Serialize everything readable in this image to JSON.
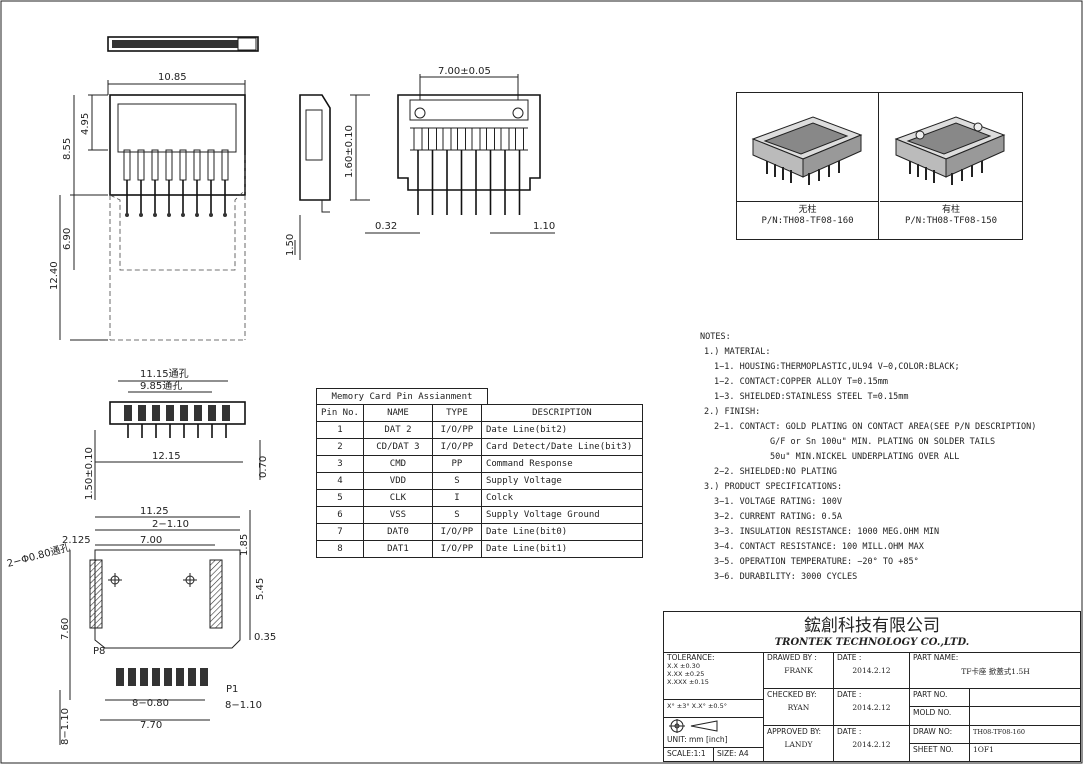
{
  "dimensions": {
    "top_width": "10.85",
    "d_495": "4.95",
    "d_855": "8.55",
    "d_690": "6.90",
    "d_1240": "12.40",
    "pitch_total": "7.00±0.05",
    "side_h": "1.60±0.10",
    "side_150": "1.50",
    "d_032": "0.32",
    "d_110": "1.10",
    "front_1115": "11.15通孔",
    "front_985": "9.85通孔",
    "front_1215": "12.15",
    "front_070": "0.70",
    "front_150": "1.50±0.10",
    "fp_1125": "11.25",
    "fp_2_110": "2−1.10",
    "fp_2125": "2.125",
    "fp_700": "7.00",
    "fp_holes": "2−Φ0.80通孔",
    "fp_185": "1.85",
    "fp_545": "5.45",
    "fp_760": "7.60",
    "fp_035": "0.35",
    "fp_8_080": "8−0.80",
    "fp_770": "7.70",
    "fp_8_110a": "8−1.10",
    "fp_8_110b": "8−1.10",
    "pin_p8": "P8",
    "pin_p1": "P1"
  },
  "photos": [
    {
      "line1": "无柱",
      "line2": "P/N:TH08-TF08-160"
    },
    {
      "line1": "有柱",
      "line2": "P/N:TH08-TF08-150"
    }
  ],
  "pin_table": {
    "caption": "Memory Card Pin Assianment",
    "headers": [
      "Pin No.",
      "NAME",
      "TYPE",
      "DESCRIPTION"
    ],
    "rows": [
      [
        "1",
        "DAT 2",
        "I/O/PP",
        "Date Line(bit2)"
      ],
      [
        "2",
        "CD/DAT 3",
        "I/O/PP",
        "Card Detect/Date Line(bit3)"
      ],
      [
        "3",
        "CMD",
        "PP",
        "Command Response"
      ],
      [
        "4",
        "VDD",
        "S",
        "Supply Voltage"
      ],
      [
        "5",
        "CLK",
        "I",
        "Colck"
      ],
      [
        "6",
        "VSS",
        "S",
        "Supply Voltage Ground"
      ],
      [
        "7",
        "DAT0",
        "I/O/PP",
        "Date Line(bit0)"
      ],
      [
        "8",
        "DAT1",
        "I/O/PP",
        "Date Line(bit1)"
      ]
    ]
  },
  "notes": {
    "title": "NOTES:",
    "lines": [
      {
        "lvl": "l1",
        "text": "1.) MATERIAL:"
      },
      {
        "lvl": "l2",
        "text": "1−1. HOUSING:THERMOPLASTIC,UL94 V−0,COLOR:BLACK;"
      },
      {
        "lvl": "l2",
        "text": "1−2. CONTACT:COPPER ALLOY  T=0.15mm"
      },
      {
        "lvl": "l2",
        "text": "1−3. SHIELDED:STAINLESS STEEL T=0.15mm"
      },
      {
        "lvl": "l1",
        "text": "2.) FINISH:"
      },
      {
        "lvl": "l2",
        "text": "2−1. CONTACT: GOLD PLATING ON CONTACT AREA(SEE P/N DESCRIPTION)"
      },
      {
        "lvl": "l3",
        "text": "G/F or Sn 100u\" MIN. PLATING ON SOLDER TAILS"
      },
      {
        "lvl": "l3",
        "text": "50u\" MIN.NICKEL UNDERPLATING OVER ALL"
      },
      {
        "lvl": "l2",
        "text": "2−2. SHIELDED:NO PLATING"
      },
      {
        "lvl": "l1",
        "text": "3.) PRODUCT SPECIFICATIONS:"
      },
      {
        "lvl": "l2",
        "text": "3−1. VOLTAGE RATING: 100V"
      },
      {
        "lvl": "l2",
        "text": "3−2. CURRENT RATING: 0.5A"
      },
      {
        "lvl": "l2",
        "text": "3−3. INSULATION RESISTANCE: 1000 MEG.OHM MIN"
      },
      {
        "lvl": "l2",
        "text": "3−4. CONTACT RESISTANCE: 100 MILL.OHM MAX"
      },
      {
        "lvl": "l2",
        "text": "3−5. OPERATION TEMPERATURE: −20°  TO +85°"
      },
      {
        "lvl": "l2",
        "text": "3−6. DURABILITY: 3000 CYCLES"
      }
    ]
  },
  "title_block": {
    "company_cn": "鋐創科技有限公司",
    "company_en": "TRONTEK TECHNOLOGY CO.,LTD.",
    "tolerance_label": "TOLERANCE:",
    "tol_1": "X.X   ±0.30",
    "tol_2": "X.XX  ±0.25",
    "tol_3": "X.XXX ±0.15",
    "tol_angle": "X° ±3°    X.X° ±0.5°",
    "unit": "UNIT: mm [inch]",
    "scale": "SCALE:1:1",
    "size": "SIZE: A4",
    "drawn_by_label": "DRAWED BY :",
    "drawn_by": "FRANK",
    "checked_label": "CHECKED BY:",
    "checked_by": "RYAN",
    "approved_label": "APPROVED BY:",
    "approved_by": "LANDY",
    "date_label": "DATE :",
    "date1": "2014.2.12",
    "date2": "2014.2.12",
    "date3": "2014.2.12",
    "part_name_label": "PART NAME:",
    "part_name": "TF卡座 掀蓋式1.5H",
    "part_no_label": "PART NO.",
    "mold_no_label": "MOLD NO.",
    "draw_no_label": "DRAW NO:",
    "draw_no": "TH08-TF08-160",
    "sheet_no_label": "SHEET NO.",
    "sheet_no": "1OF1"
  }
}
